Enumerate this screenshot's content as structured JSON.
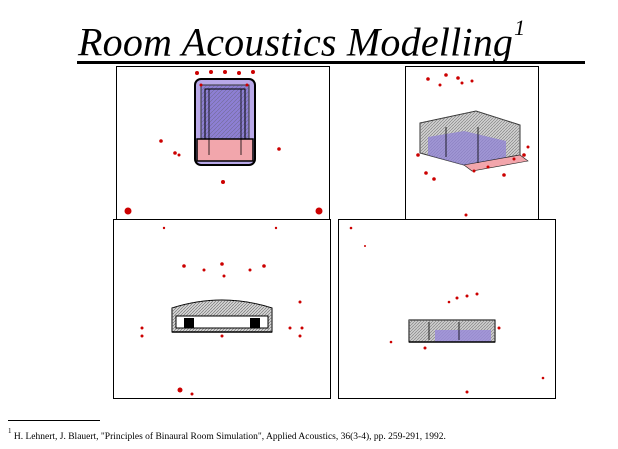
{
  "slide": {
    "title": "Room Acoustics Modelling",
    "title_superscript": "1",
    "footnote_marker": "1",
    "footnote_text": "H. Lehnert, J. Blauert, \"Principles of Binaural Room Simulation\", Applied Acoustics, 36(3-4), pp. 259-291, 1992."
  },
  "colors": {
    "image_source_dot": "#cc0000",
    "room_fill": "#9a8cd8",
    "room_floor": "#f0a0a8",
    "outline": "#000000"
  },
  "panels": [
    {
      "view": "top-view"
    },
    {
      "view": "perspective-view"
    },
    {
      "view": "front-view"
    },
    {
      "view": "side-view"
    }
  ]
}
